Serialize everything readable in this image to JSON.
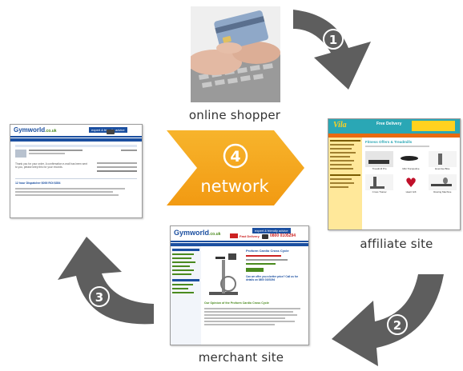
{
  "nodes": {
    "shopper": {
      "label": "online shopper"
    },
    "affiliate": {
      "label": "affiliate site"
    },
    "merchant": {
      "label": "merchant site"
    },
    "network": {
      "label": "network",
      "step": "4"
    }
  },
  "steps": [
    "1",
    "2",
    "3"
  ],
  "thumbs": {
    "order": {
      "brand": "Gymworld",
      "brand_suffix": ".co.uk",
      "tagline": "expert & friendly advice",
      "thanks": "Thank you for your order. A confirmation e-mail has been sent to you, please keep this for your records.",
      "order_title": "12 hour Dispatcher $000 ROI $354"
    },
    "affiliate": {
      "logo": "Vila",
      "heading": "Fitness Offers & Treadmills",
      "promo": "Free Delivery",
      "items": [
        "Treadmill Pro",
        "Mini Trampoline",
        "Exercise Bike",
        "Cross Trainer",
        "Heart Gift",
        "Rowing Machine"
      ]
    },
    "merchant": {
      "brand": "Gymworld",
      "brand_suffix": ".co.uk",
      "tagline": "expert & friendly advice",
      "delivery": "Fast Delivery",
      "phone": "0800 0105294",
      "product_heading": "Proform Cardio Cross Cycle",
      "spec_heading": "Our Opinion of the Proform Cardio Cross Cycle",
      "call_text": "Can we offer you a better price? Call us for details on 0800 0105294"
    }
  },
  "colors": {
    "arrow_gray": "#5e5e5e",
    "network_orange": "#f5a31a",
    "brand_blue": "#1b4fa0",
    "brand_green": "#4a8a1e",
    "affiliate_teal": "#2aa7b5",
    "affiliate_yellow": "#ffd21f"
  }
}
